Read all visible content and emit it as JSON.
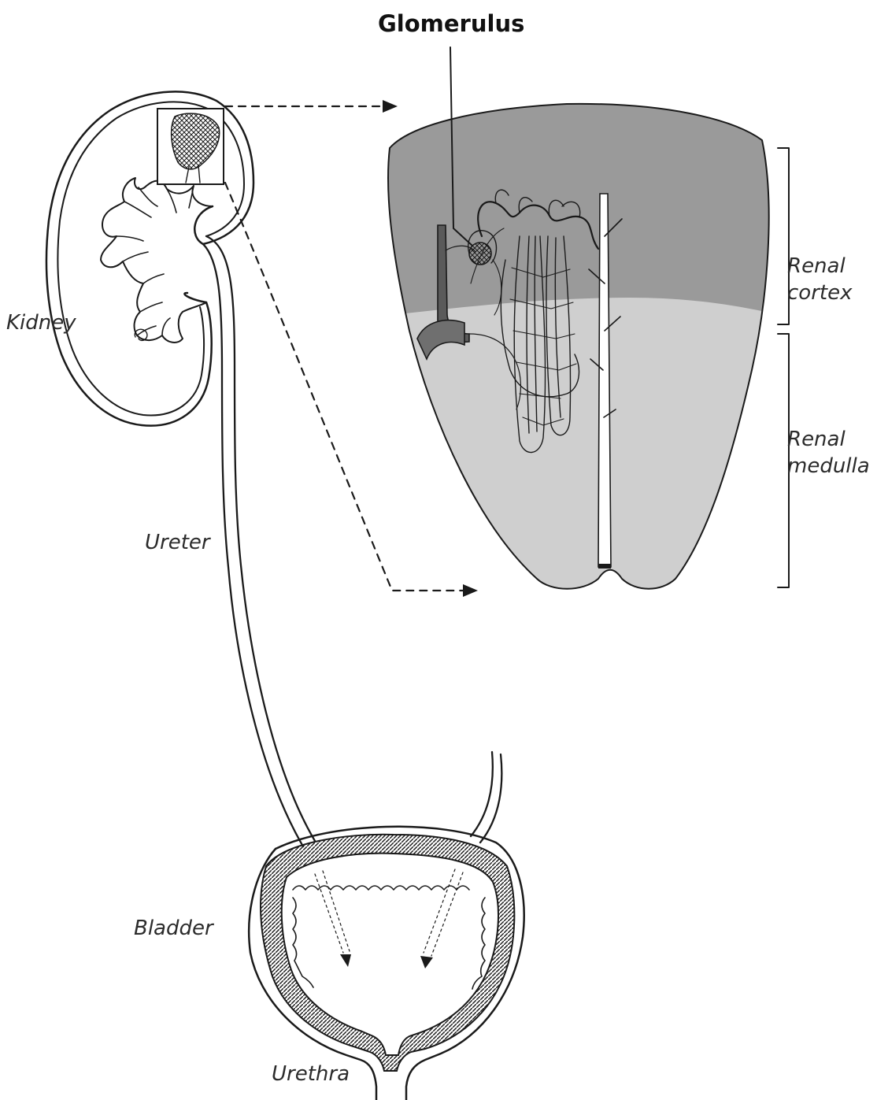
{
  "labels": {
    "glomerulus": "Glomerulus",
    "kidney": "Kidney",
    "ureter": "Ureter",
    "bladder": "Bladder",
    "urethra": "Urethra",
    "renal_cortex_line1": "Renal",
    "renal_cortex_line2": "cortex",
    "renal_medulla_line1": "Renal",
    "renal_medulla_line2": "medulla"
  },
  "colors": {
    "ink": "#1a1a1a",
    "cortex": "#9a9a9a",
    "medulla": "#cfcfcf"
  }
}
